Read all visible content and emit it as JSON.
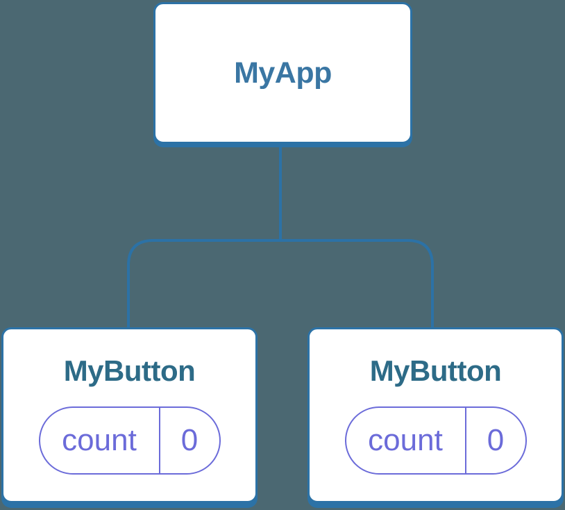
{
  "palette": {
    "background": "#4B6872",
    "line_blue": "#2C72A6",
    "box_fill": "#FFFFFF",
    "root_label_color": "#3A76A3",
    "child_label_color": "#2D6B87",
    "state_violet": "#6B6BD9"
  },
  "tree": {
    "root": {
      "label": "MyApp"
    },
    "children": [
      {
        "label": "MyButton",
        "state": {
          "name": "count",
          "value": "0"
        }
      },
      {
        "label": "MyButton",
        "state": {
          "name": "count",
          "value": "0"
        }
      }
    ]
  }
}
